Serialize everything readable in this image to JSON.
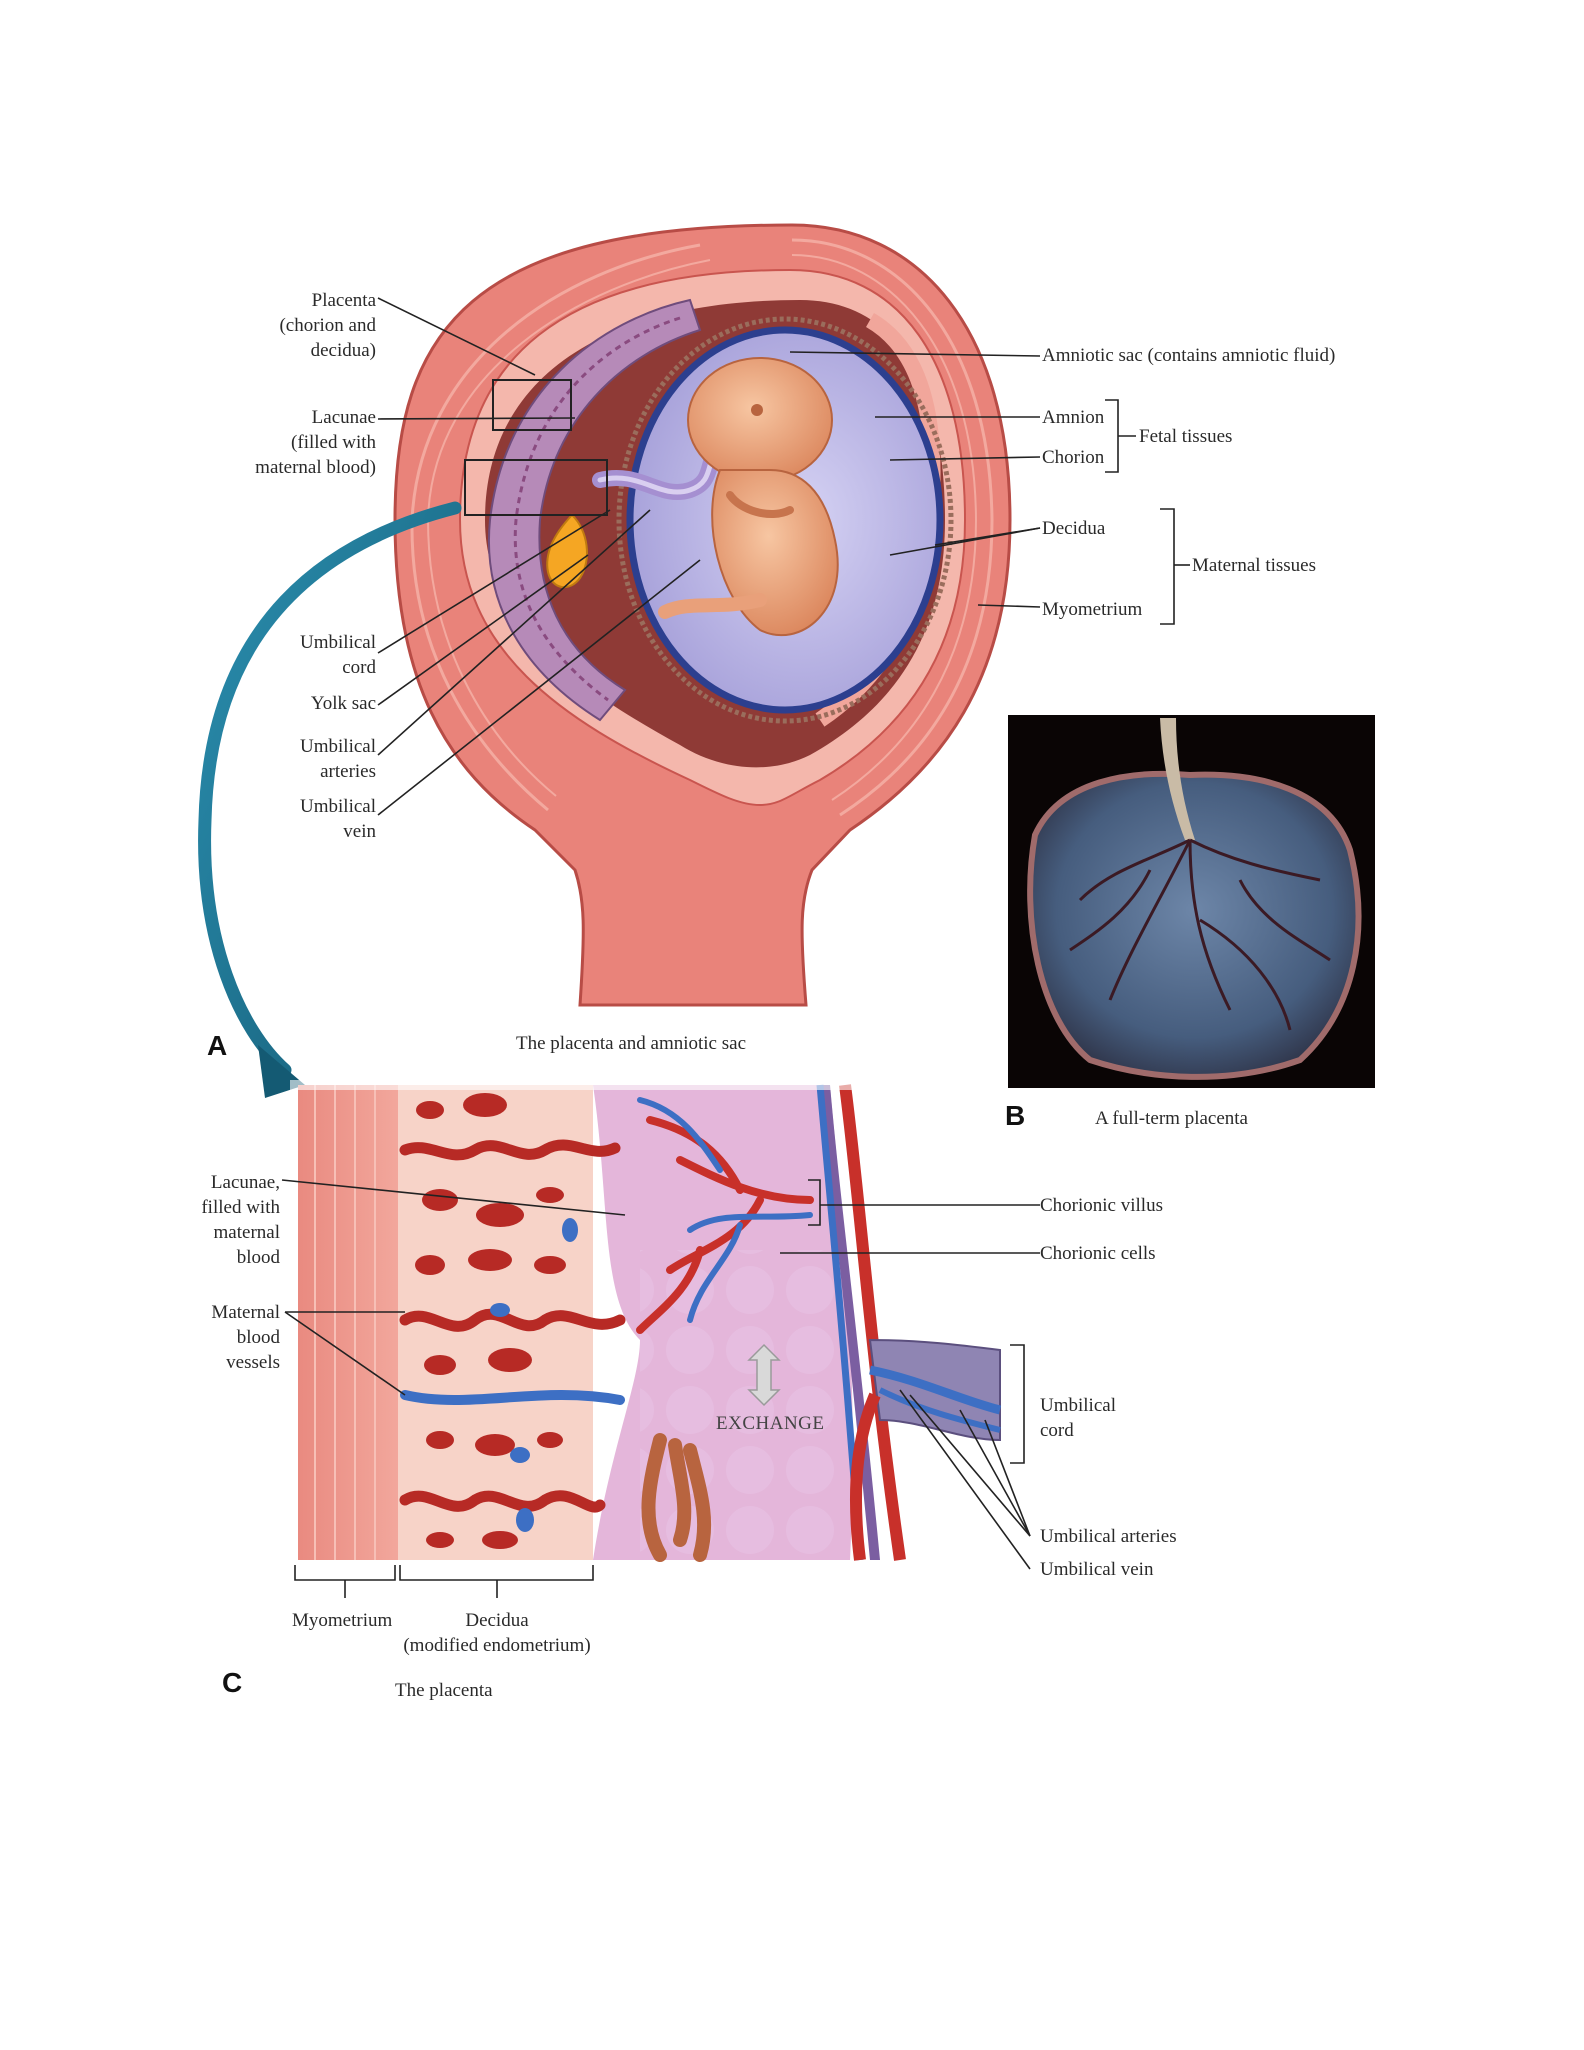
{
  "panel_a": {
    "letter": "A",
    "caption": "The placenta and amniotic sac",
    "labels": {
      "placenta": "Placenta\n(chorion and\ndecidua)",
      "lacunae": "Lacunae\n(filled with\nmaternal blood)",
      "umbilical_cord": "Umbilical\ncord",
      "yolk_sac": "Yolk sac",
      "umbilical_arteries": "Umbilical\narteries",
      "umbilical_vein": "Umbilical\nvein",
      "amniotic_sac": "Amniotic sac (contains amniotic fluid)",
      "amnion": "Amnion",
      "chorion": "Chorion",
      "fetal_tissues": "Fetal tissues",
      "decidua": "Decidua",
      "myometrium": "Myometrium",
      "maternal_tissues": "Maternal tissues"
    }
  },
  "panel_b": {
    "letter": "B",
    "caption": "A full-term placenta"
  },
  "panel_c": {
    "letter": "C",
    "caption": "The placenta",
    "labels": {
      "lacunae": "Lacunae,\nfilled with\nmaternal\nblood",
      "maternal_vessels": "Maternal\nblood\nvessels",
      "chorionic_villus": "Chorionic villus",
      "chorionic_cells": "Chorionic cells",
      "umbilical_cord": "Umbilical\ncord",
      "umbilical_arteries": "Umbilical arteries",
      "umbilical_vein": "Umbilical vein",
      "exchange": "EXCHANGE",
      "myometrium": "Myometrium",
      "decidua": "Decidua\n(modified endometrium)"
    }
  },
  "colors": {
    "uterus_wall": "#e9837a",
    "uterus_dark": "#c9554f",
    "decidua": "#f2b2a8",
    "amniotic_fluid": "#b9b4e6",
    "chorion": "#2c3f8f",
    "fetus": "#f0a57a",
    "artery": "#c8302a",
    "vein": "#3d6fc4",
    "yolk_sac": "#f5a623",
    "arrow_teal": "#1f6f8b",
    "placenta_photo_bg": "#0a0505",
    "placenta_tissue": "#4f6787"
  }
}
